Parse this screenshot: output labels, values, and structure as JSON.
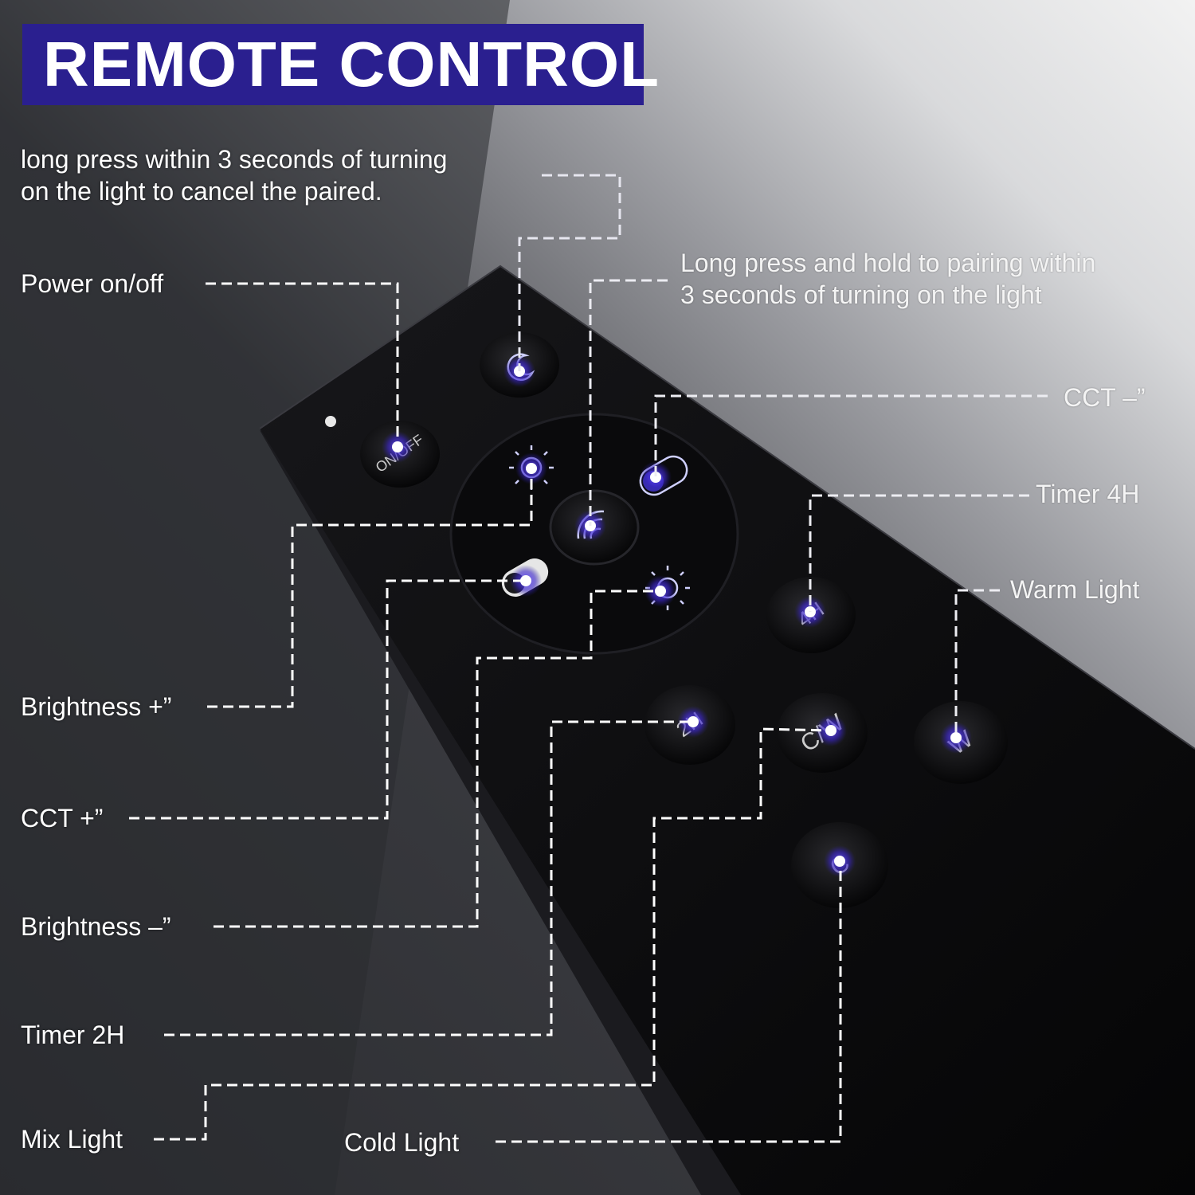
{
  "title": "REMOTE CONTROL",
  "colors": {
    "title_bg": "#2a1f8f",
    "accent_glow": "#4a35d8",
    "remote_body": "#0c0c0e",
    "leader_line": "#ffffff",
    "label_text": "#ffffff"
  },
  "button_icons": {
    "power": "onoff-text-icon",
    "pairing": "moon-star-icon",
    "mode": "wifi-signal-icon",
    "brightness_plus": "sun-bright-icon",
    "brightness_minus": "sun-dim-icon",
    "cct_plus": "cct-toggle-plus-icon",
    "cct_minus": "cct-toggle-minus-icon",
    "timer_4h": "4h-text-icon",
    "timer_2h": "2h-text-icon",
    "mix": "cw-text-icon",
    "warm": "w-text-icon",
    "cold": "c-text-icon"
  },
  "labels": {
    "cancel_pair": [
      "long press within 3 seconds of turning",
      "on the light to cancel the paired."
    ],
    "power": "Power on/off",
    "pairing": [
      "Long press and hold to pairing within",
      "3 seconds of turning on the light"
    ],
    "cct_minus": "CCT –”",
    "timer_4h": "Timer 4H",
    "warm": "Warm Light",
    "brightness_plus": "Brightness +”",
    "cct_plus": "CCT +”",
    "brightness_minus": "Brightness –”",
    "timer_2h": "Timer 2H",
    "mix": "Mix Light",
    "cold": "Cold Light"
  },
  "button_text": {
    "power": "ON/OFF",
    "timer_4h": "4H",
    "timer_2h": "2H",
    "mix": "C/W",
    "warm": "W",
    "cold": "C"
  }
}
